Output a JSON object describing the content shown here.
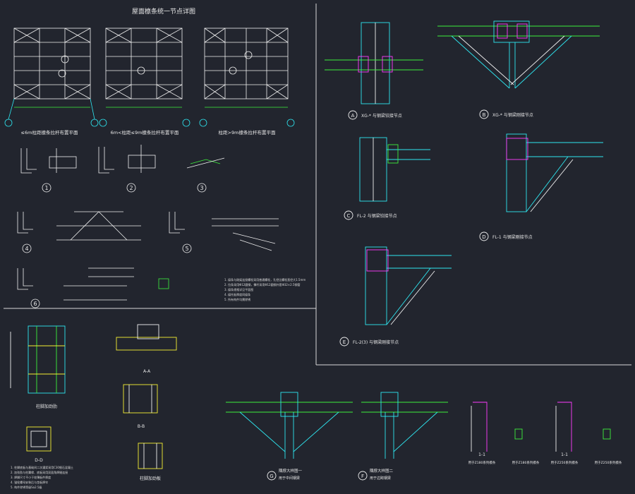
{
  "drawing": {
    "main_title": "屋面檩条统一节点详图",
    "plan_captions": [
      "≤6m柱距檩条拉杆布置平面",
      "6m<柱距≤9m檩条拉杆布置平面",
      "柱距>9m檩条拉杆布置平面"
    ],
    "detail_numbers": [
      "1",
      "2",
      "3",
      "4",
      "5",
      "6"
    ],
    "notes_left": [
      "1. 檩条与刚架连接螺栓采用普通螺栓，孔径比螺栓直径大1.5mm",
      "2. 拉条采用Φ12圆钢，撑杆采用Φ12圆钢外套Φ32×2.5钢管",
      "3. 檩条规格详见平面图",
      "4. 檩托板厚度同檩条",
      "5. 所有构件均需除锈"
    ],
    "section_label": "1-1",
    "node_captions": {
      "A": "XG-* 与钢梁铰接节点",
      "B": "XG-* 与钢梁刚接节点",
      "C": "FL-2 与钢梁铰接节点",
      "D": "FL-1 与钢梁刚接节点",
      "E": "FL-2(3) 与钢梁刚接节点",
      "G": "隅撑大样图一",
      "F": "隅撑大样图二"
    },
    "sub_captions": {
      "G": "用于中间钢梁",
      "F": "用于边跨钢梁"
    },
    "bottom_labels": {
      "lowleft": "柱脚加劲肋",
      "plate_b": "A-A",
      "plate_c": "B-B",
      "plate_d": "柱脚加劲板",
      "base": "D-D",
      "right1": "用于Z180系列檩条",
      "right2": "用于Z180系列檩条",
      "right3": "用于Z250系列檩条",
      "right4": "用于Z250系列檩条"
    },
    "colors": {
      "background": "#22252e",
      "line": "#f0f0f0",
      "cyan": "#2ee6f0",
      "green": "#3cf03c",
      "magenta": "#ff3cff",
      "yellow": "#f5f032",
      "red": "#f03c3c"
    }
  }
}
